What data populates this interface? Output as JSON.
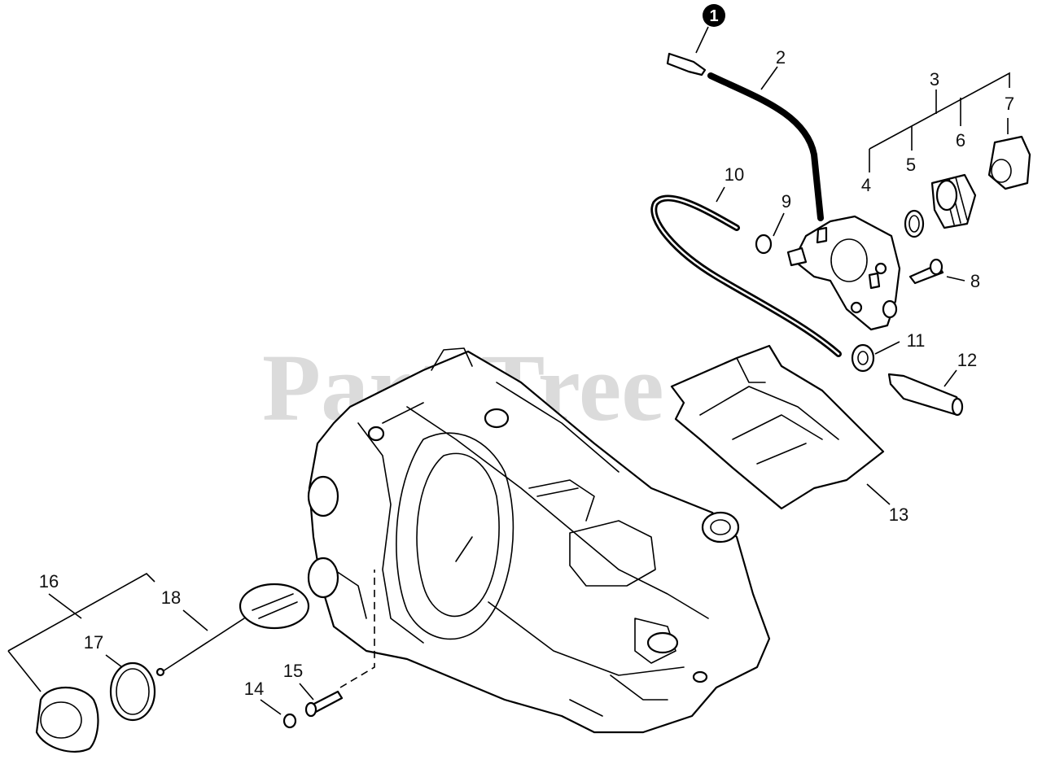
{
  "watermark": "PartsTree",
  "callouts": {
    "c1": "1",
    "c2": "2",
    "c3": "3",
    "c4": "4",
    "c5": "5",
    "c6": "6",
    "c7": "7",
    "c8": "8",
    "c9": "9",
    "c10": "10",
    "c11": "11",
    "c12": "12",
    "c13": "13",
    "c14": "14",
    "c15": "15",
    "c16": "16",
    "c17": "17",
    "c18": "18"
  }
}
